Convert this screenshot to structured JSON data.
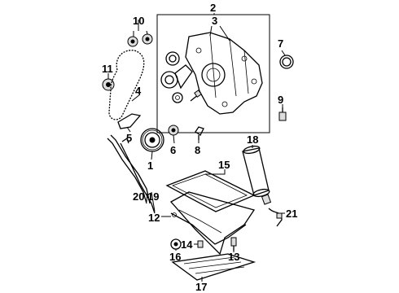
{
  "callouts": [
    {
      "id": "c1",
      "text": "1"
    },
    {
      "id": "c2",
      "text": "2"
    },
    {
      "id": "c3",
      "text": "3"
    },
    {
      "id": "c4",
      "text": "4"
    },
    {
      "id": "c5",
      "text": "5"
    },
    {
      "id": "c6",
      "text": "6"
    },
    {
      "id": "c7",
      "text": "7"
    },
    {
      "id": "c8",
      "text": "8"
    },
    {
      "id": "c9",
      "text": "9"
    },
    {
      "id": "c10",
      "text": "10"
    },
    {
      "id": "c11",
      "text": "11"
    },
    {
      "id": "c12",
      "text": "12"
    },
    {
      "id": "c13",
      "text": "13"
    },
    {
      "id": "c14",
      "text": "14"
    },
    {
      "id": "c15",
      "text": "15"
    },
    {
      "id": "c16",
      "text": "16"
    },
    {
      "id": "c17",
      "text": "17"
    },
    {
      "id": "c18",
      "text": "18"
    },
    {
      "id": "c19",
      "text": "19"
    },
    {
      "id": "c20",
      "text": "20"
    },
    {
      "id": "c21",
      "text": "21"
    }
  ],
  "colors": {
    "line": "#000000",
    "background": "#ffffff"
  }
}
